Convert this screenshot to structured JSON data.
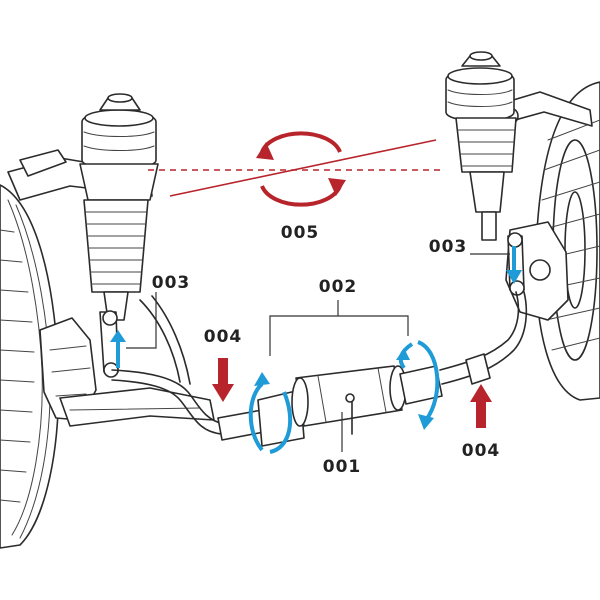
{
  "labels": {
    "stabilizer_unit": "001",
    "rotation_zone": "002",
    "link_left": "003",
    "link_right": "003",
    "force_left": "004",
    "force_right": "004",
    "body_roll": "005"
  },
  "colors": {
    "red": "#b8242b",
    "blue": "#1f9bd7",
    "ink": "#2b2b2b"
  }
}
